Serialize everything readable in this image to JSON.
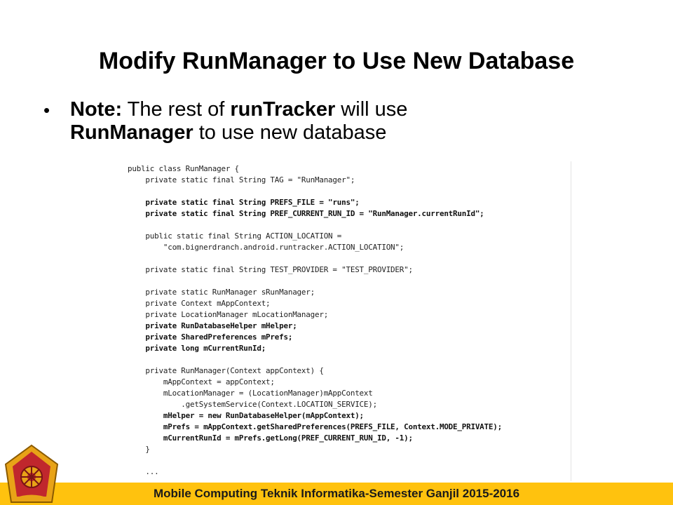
{
  "title": "Modify RunManager to Use New Database",
  "bullet": {
    "part1": "Note:",
    "part2": " The rest of ",
    "part3": "runTracker",
    "part4": " will use",
    "part5": "RunManager",
    "part6": " to use new database"
  },
  "code": {
    "l1": "public class RunManager {",
    "l2": "    private static final String TAG = \"RunManager\";",
    "l3": "    private static final String PREFS_FILE = \"runs\";",
    "l4": "    private static final String PREF_CURRENT_RUN_ID = \"RunManager.currentRunId\";",
    "l5": "    public static final String ACTION_LOCATION =",
    "l6": "        \"com.bignerdranch.android.runtracker.ACTION_LOCATION\";",
    "l7": "    private static final String TEST_PROVIDER = \"TEST_PROVIDER\";",
    "l8": "    private static RunManager sRunManager;",
    "l9": "    private Context mAppContext;",
    "l10": "    private LocationManager mLocationManager;",
    "l11": "    private RunDatabaseHelper mHelper;",
    "l12": "    private SharedPreferences mPrefs;",
    "l13": "    private long mCurrentRunId;",
    "l14": "    private RunManager(Context appContext) {",
    "l15": "        mAppContext = appContext;",
    "l16": "        mLocationManager = (LocationManager)mAppContext",
    "l17": "            .getSystemService(Context.LOCATION_SERVICE);",
    "l18": "        mHelper = new RunDatabaseHelper(mAppContext);",
    "l19": "        mPrefs = mAppContext.getSharedPreferences(PREFS_FILE, Context.MODE_PRIVATE);",
    "l20": "        mCurrentRunId = mPrefs.getLong(PREF_CURRENT_RUN_ID, -1);",
    "l21": "    }",
    "l22": "    ..."
  },
  "footer": "Mobile Computing Teknik Informatika-Semester Ganjil 2015-2016",
  "colors": {
    "footer_bg": "#ffc20e",
    "logo_red": "#c0272d",
    "logo_gold": "#e8a317"
  },
  "logo_icon": "university-emblem-icon"
}
